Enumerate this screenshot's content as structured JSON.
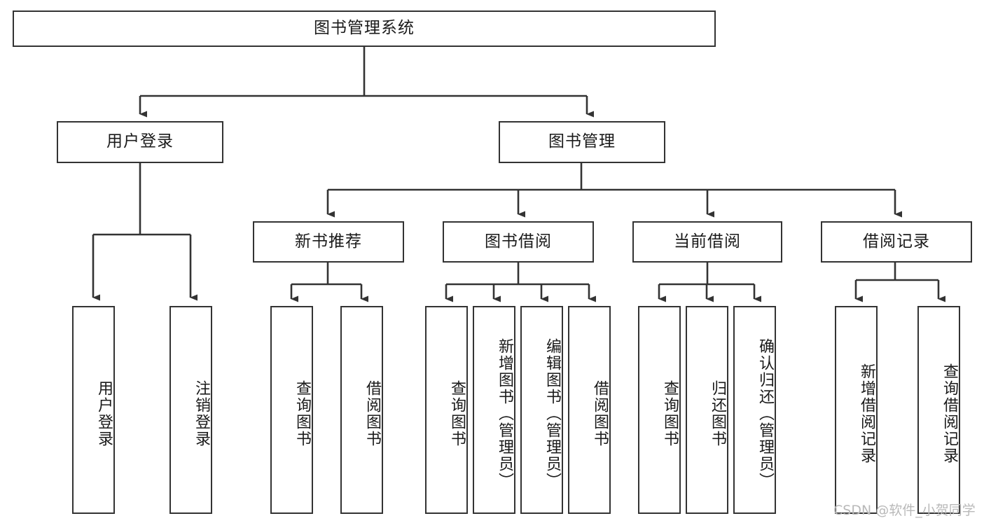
{
  "diagram": {
    "title": "图书管理系统",
    "type": "tree-hierarchy-functional-structure",
    "watermark": "CSDN @软件_小贺同学",
    "colors": {
      "background": "#ffffff",
      "border": "#333333",
      "text": "#1a1a1a",
      "connector": "#333333",
      "watermark": "#b9b9b9"
    },
    "nodes": {
      "root": {
        "label": "图书管理系统"
      },
      "level2": [
        {
          "label": "用户登录"
        },
        {
          "label": "图书管理"
        }
      ],
      "level3": [
        {
          "label": "新书推荐"
        },
        {
          "label": "图书借阅"
        },
        {
          "label": "当前借阅"
        },
        {
          "label": "借阅记录"
        }
      ],
      "leaves": {
        "user_login": [
          {
            "label": "用户登录"
          },
          {
            "label": "注销登录"
          }
        ],
        "new_book_recommend": [
          {
            "label": "查询图书"
          },
          {
            "label": "借阅图书"
          }
        ],
        "book_borrow": [
          {
            "label": "查询图书"
          },
          {
            "label": "新增图书（管理员）"
          },
          {
            "label": "编辑图书（管理员）"
          },
          {
            "label": "借阅图书"
          }
        ],
        "current_borrow": [
          {
            "label": "查询图书"
          },
          {
            "label": "归还图书"
          },
          {
            "label": "确认归还（管理员）"
          }
        ],
        "borrow_record": [
          {
            "label": "新增借阅记录"
          },
          {
            "label": "查询借阅记录"
          }
        ]
      }
    }
  }
}
